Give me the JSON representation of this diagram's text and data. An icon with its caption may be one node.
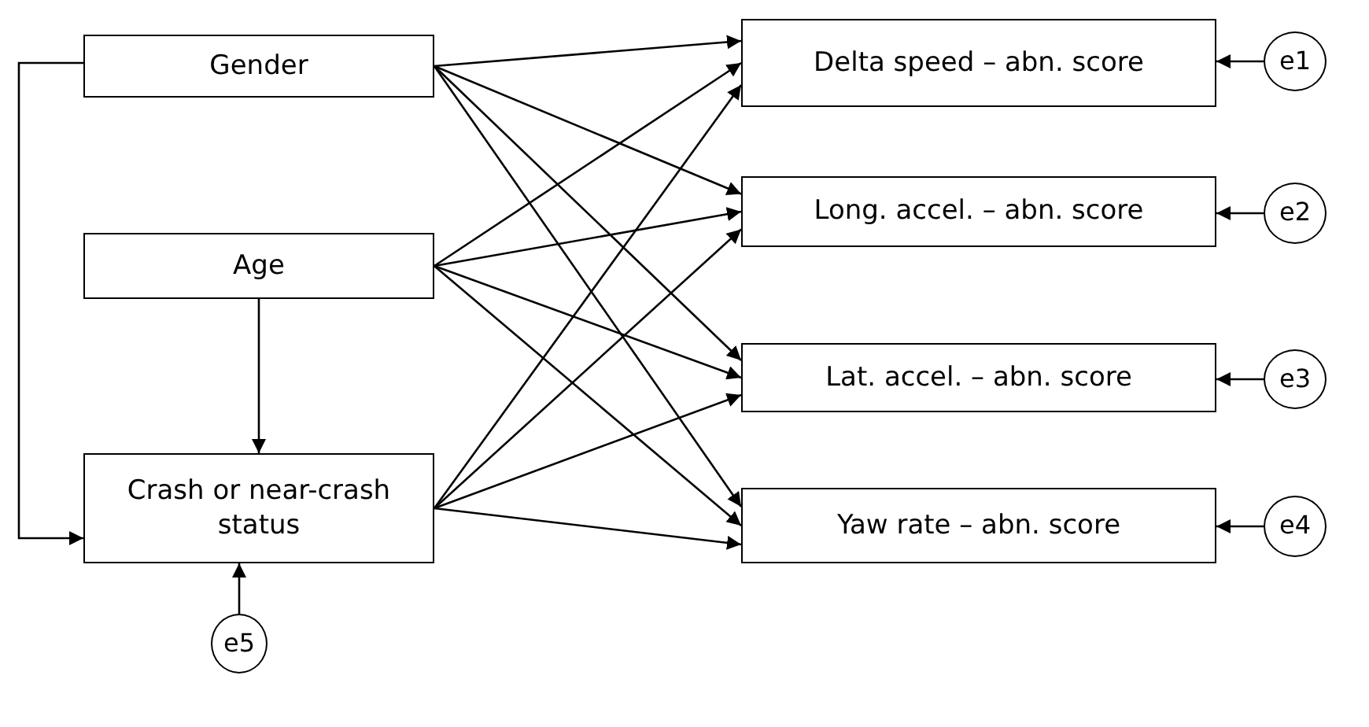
{
  "diagram": {
    "nodes": [
      {
        "text": [
          "Gender"
        ]
      },
      {
        "text": [
          "Age"
        ]
      },
      {
        "text": [
          "Crash or near-crash status"
        ]
      },
      {
        "text": [
          "Delta speed – abn. score"
        ]
      },
      {
        "text": [
          "Long. accel. – abn. score"
        ]
      },
      {
        "text": [
          "Lat. accel. – abn. score"
        ]
      },
      {
        "text": [
          "Yaw rate – abn. score"
        ]
      },
      {
        "text": [
          "e1"
        ]
      },
      {
        "text": [
          "e2"
        ]
      },
      {
        "text": [
          "e3"
        ]
      },
      {
        "text": [
          "e4"
        ]
      },
      {
        "text": [
          "e5"
        ]
      }
    ],
    "edges": [
      {
        "from": 0,
        "to": 2,
        "arrow": "to"
      },
      {
        "from": 0,
        "to": 3,
        "arrow": "to"
      },
      {
        "from": 0,
        "to": 4,
        "arrow": "to"
      },
      {
        "from": 0,
        "to": 5,
        "arrow": "to"
      },
      {
        "from": 0,
        "to": 6,
        "arrow": "to"
      },
      {
        "from": 1,
        "to": 2,
        "arrow": "to"
      },
      {
        "from": 1,
        "to": 3,
        "arrow": "to"
      },
      {
        "from": 1,
        "to": 4,
        "arrow": "to"
      },
      {
        "from": 1,
        "to": 5,
        "arrow": "to"
      },
      {
        "from": 1,
        "to": 6,
        "arrow": "to"
      },
      {
        "from": 2,
        "to": 3,
        "arrow": "to"
      },
      {
        "from": 2,
        "to": 4,
        "arrow": "to"
      },
      {
        "from": 2,
        "to": 5,
        "arrow": "to"
      },
      {
        "from": 2,
        "to": 6,
        "arrow": "to"
      },
      {
        "from": 7,
        "to": 3,
        "arrow": "to"
      },
      {
        "from": 8,
        "to": 4,
        "arrow": "to"
      },
      {
        "from": 9,
        "to": 5,
        "arrow": "to"
      },
      {
        "from": 10,
        "to": 6,
        "arrow": "to"
      },
      {
        "from": 11,
        "to": 2,
        "arrow": "to"
      }
    ]
  }
}
